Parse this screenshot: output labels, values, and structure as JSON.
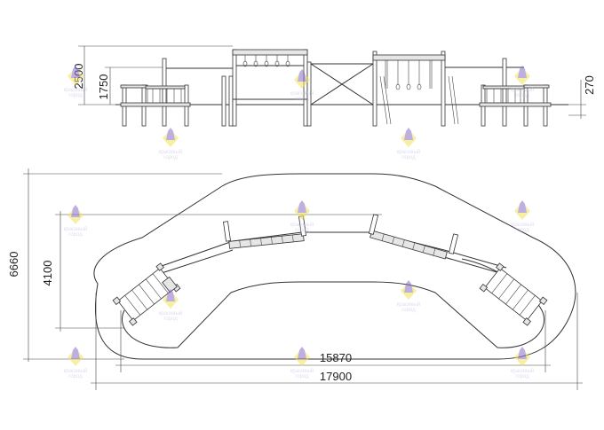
{
  "drawing": {
    "elevation_dimensions": {
      "overall_height": "2500",
      "deck_height": "1750",
      "low_height": "270"
    },
    "plan_dimensions": {
      "overall_width": "17900",
      "inner_width": "15870",
      "overall_depth": "6660",
      "inner_depth": "4100"
    },
    "watermark": {
      "line1": "красивый",
      "line2": "город"
    },
    "colors": {
      "line": "#333333",
      "watermark_purple": "#8a6fc9",
      "watermark_yellow": "#f2e35a"
    }
  }
}
